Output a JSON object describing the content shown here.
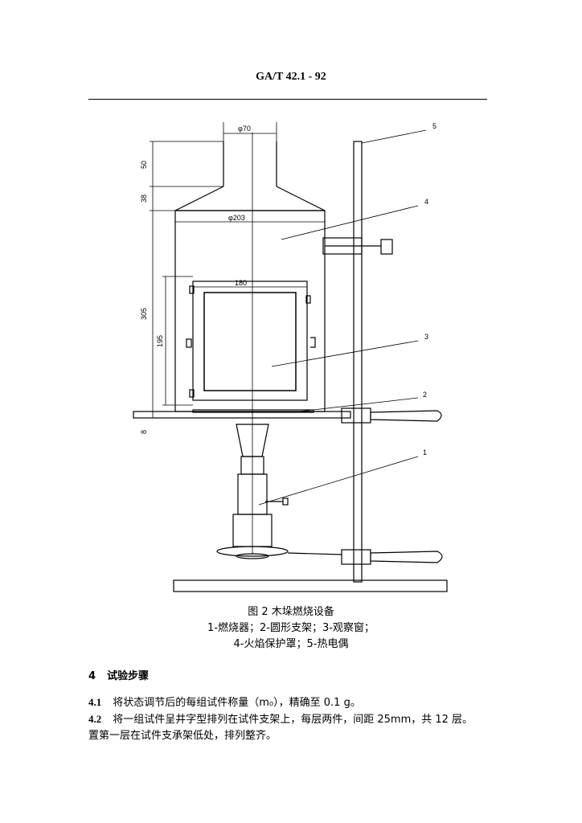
{
  "header": {
    "standard": "GA/T 42.1 - 92"
  },
  "figure": {
    "dimensions": {
      "d70": "φ70",
      "d203": "φ203",
      "w180": "180",
      "h50": "50",
      "h38": "38",
      "h305": "305",
      "h195": "195",
      "h8": "8"
    },
    "callouts": [
      "1",
      "2",
      "3",
      "4",
      "5"
    ],
    "caption": {
      "title": "图 2  木垛燃烧设备",
      "line1": "1-燃烧器；2-圆形支架；3-观察窗；",
      "line2": "4-火焰保护罩；5-热电偶"
    }
  },
  "section": {
    "number": "4",
    "title": "试验步骤"
  },
  "paragraphs": [
    {
      "number": "4.1",
      "text": "将状态调节后的每组试件称量（m₀），精确至 0.1 g。"
    },
    {
      "number": "4.2",
      "text": "将一组试件呈井字型排列在试件支架上，每层两件，间距 25mm，共 12 层。"
    },
    {
      "number": "",
      "text": "置第一层在试件支承架低处，排列整齐。"
    }
  ]
}
